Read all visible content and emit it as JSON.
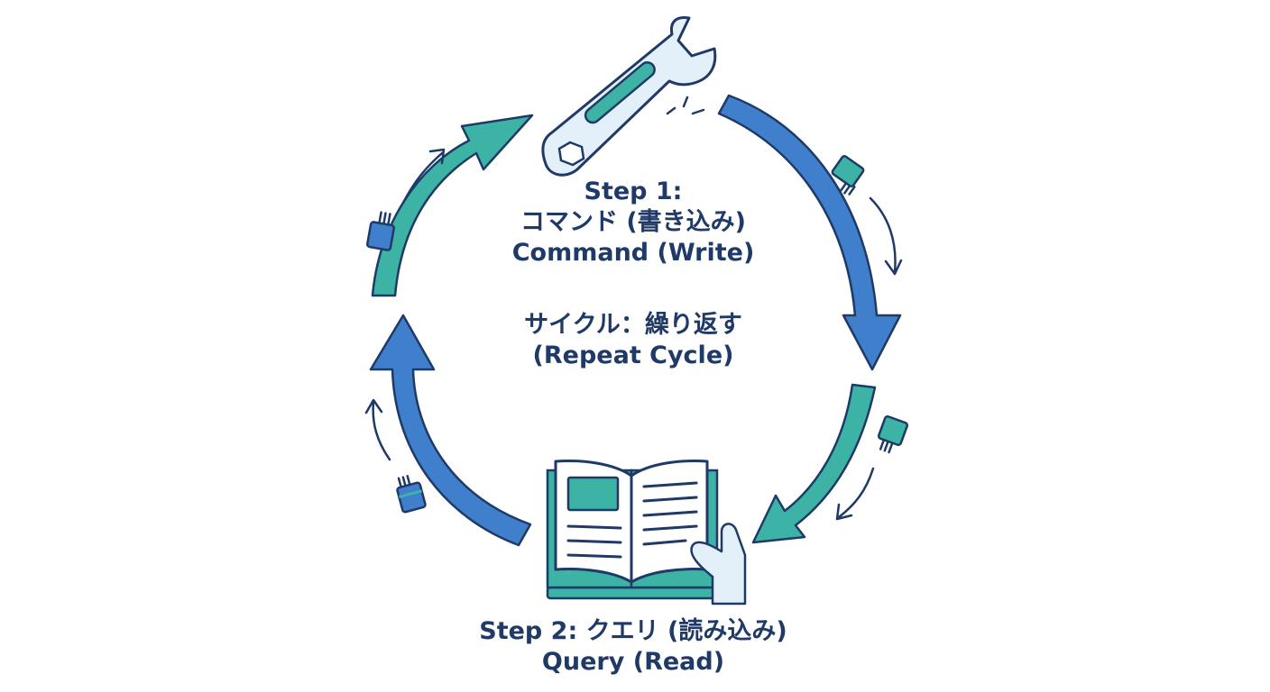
{
  "step1": {
    "line1": "Step 1:",
    "line2": "コマンド (書き込み)",
    "line3": "Command (Write)"
  },
  "cycle": {
    "line1": "サイクル：繰り返す",
    "line2": "(Repeat Cycle)"
  },
  "step2": {
    "line1": "Step 2: クエリ (読み込み)",
    "line2": "Query (Read)"
  },
  "icons": [
    "wrench-icon",
    "book-icon",
    "hand-icon",
    "data-packet-icon"
  ],
  "colors": {
    "blue": "#3f7fcb",
    "teal": "#3cb3a4",
    "navy": "#1f3a66",
    "light": "#e3f0fa"
  }
}
